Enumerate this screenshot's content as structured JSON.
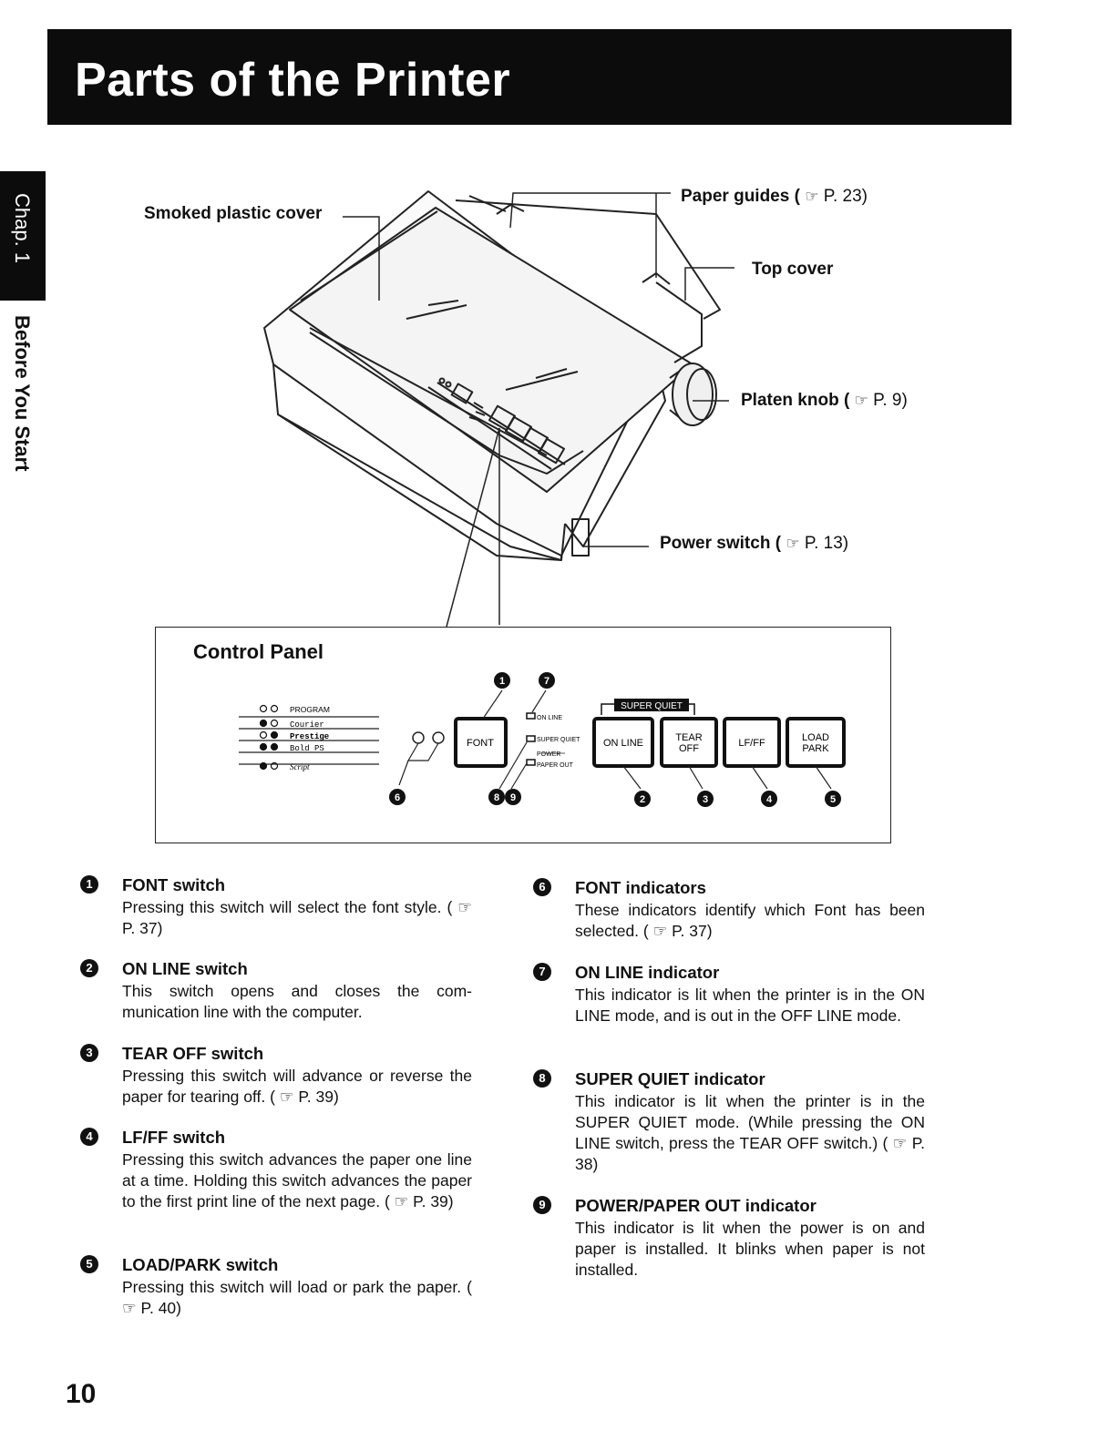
{
  "header": {
    "title": "Parts of the Printer"
  },
  "sidebar": {
    "chapter": "Chap. 1",
    "section": "Before You Start"
  },
  "hand_icon": "pointing-hand-icon",
  "callouts": {
    "smoked_cover": "Smoked plastic cover",
    "paper_guides": {
      "label": "Paper guides (",
      "ref": "P. 23)"
    },
    "top_cover": "Top cover",
    "platen_knob": {
      "label": "Platen knob (",
      "ref": "P. 9)"
    },
    "power_switch": {
      "label": "Power switch (",
      "ref": "P. 13)"
    }
  },
  "control_panel": {
    "title": "Control Panel",
    "font_list": [
      "PROGRAM",
      "Courier",
      "Prestige",
      "Bold PS",
      "Script"
    ],
    "buttons": {
      "font": "FONT",
      "on_line": "ON LINE",
      "tear_off": [
        "TEAR",
        "OFF"
      ],
      "lf_ff": "LF/FF",
      "load_park": [
        "LOAD",
        "PARK"
      ]
    },
    "indicators": {
      "on_line": "ON LINE",
      "super_quiet": "SUPER QUIET",
      "power": "POWER",
      "paper_out": "PAPER OUT"
    },
    "super_quiet_bar": "SUPER QUIET",
    "numbers": [
      "1",
      "2",
      "3",
      "4",
      "5",
      "6",
      "7",
      "8",
      "9"
    ]
  },
  "descriptions_left": [
    {
      "num": "1",
      "title": "FONT switch",
      "body": "Pressing this switch will select the font style. ( ☞ P. 37)"
    },
    {
      "num": "2",
      "title": "ON LINE switch",
      "body": "This switch opens and closes the com- munication line with the computer."
    },
    {
      "num": "3",
      "title": "TEAR OFF switch",
      "body": "Pressing this switch will advance or reverse the paper for tearing off. ( ☞ P. 39)"
    },
    {
      "num": "4",
      "title": "LF/FF switch",
      "body": "Pressing this switch advances the paper one line at a time. Holding this switch advances the paper to the first print line of the next page. ( ☞ P. 39)"
    },
    {
      "num": "5",
      "title": "LOAD/PARK switch",
      "body": "Pressing this switch will load or park the paper. ( ☞ P. 40)"
    }
  ],
  "descriptions_right": [
    {
      "num": "6",
      "title": "FONT indicators",
      "body": "These indicators identify which Font has been selected. ( ☞ P. 37)"
    },
    {
      "num": "7",
      "title": "ON LINE indicator",
      "body": "This indicator is lit when the printer is in the ON LINE mode, and is out in the OFF LINE mode."
    },
    {
      "num": "8",
      "title": "SUPER QUIET indicator",
      "body": "This indicator is lit when the printer is in the SUPER QUIET mode. (While pressing the ON LINE switch, press the TEAR OFF switch.) ( ☞ P. 38)"
    },
    {
      "num": "9",
      "title": "POWER/PAPER OUT indicator",
      "body": "This indicator is lit when the power is on and paper is installed. It blinks when paper is not installed."
    }
  ],
  "page_number": "10"
}
